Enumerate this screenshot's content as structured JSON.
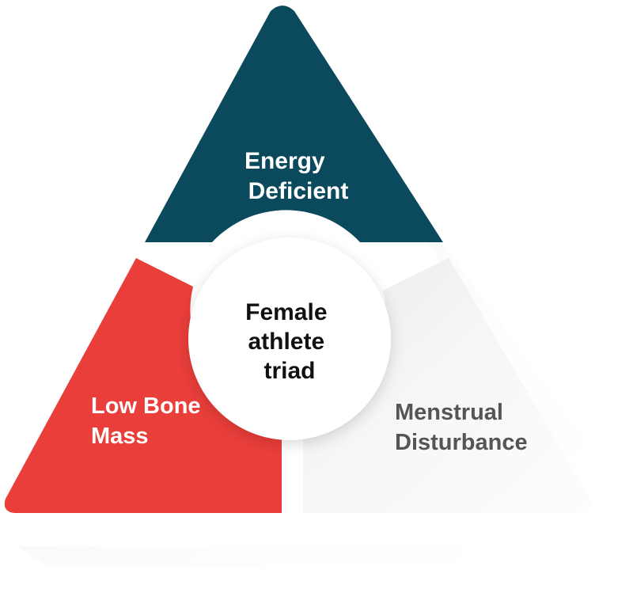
{
  "diagram": {
    "center": {
      "lines": [
        "Female",
        "athlete",
        "triad"
      ]
    },
    "segments": {
      "top": {
        "lines": [
          "Energy",
          "Deficient"
        ],
        "color": "#0b4a5c"
      },
      "left": {
        "lines": [
          "Low Bone",
          "Mass"
        ],
        "color": "#ea3e3a"
      },
      "right": {
        "lines": [
          "Menstrual",
          "Disturbance"
        ],
        "color": "#f6f6f6"
      }
    },
    "colors": {
      "center_fill": "#ffffff",
      "text_light": "#ffffff",
      "text_dark": "#111111",
      "text_grey": "#555555",
      "shadow": "#cfcfcf"
    }
  }
}
